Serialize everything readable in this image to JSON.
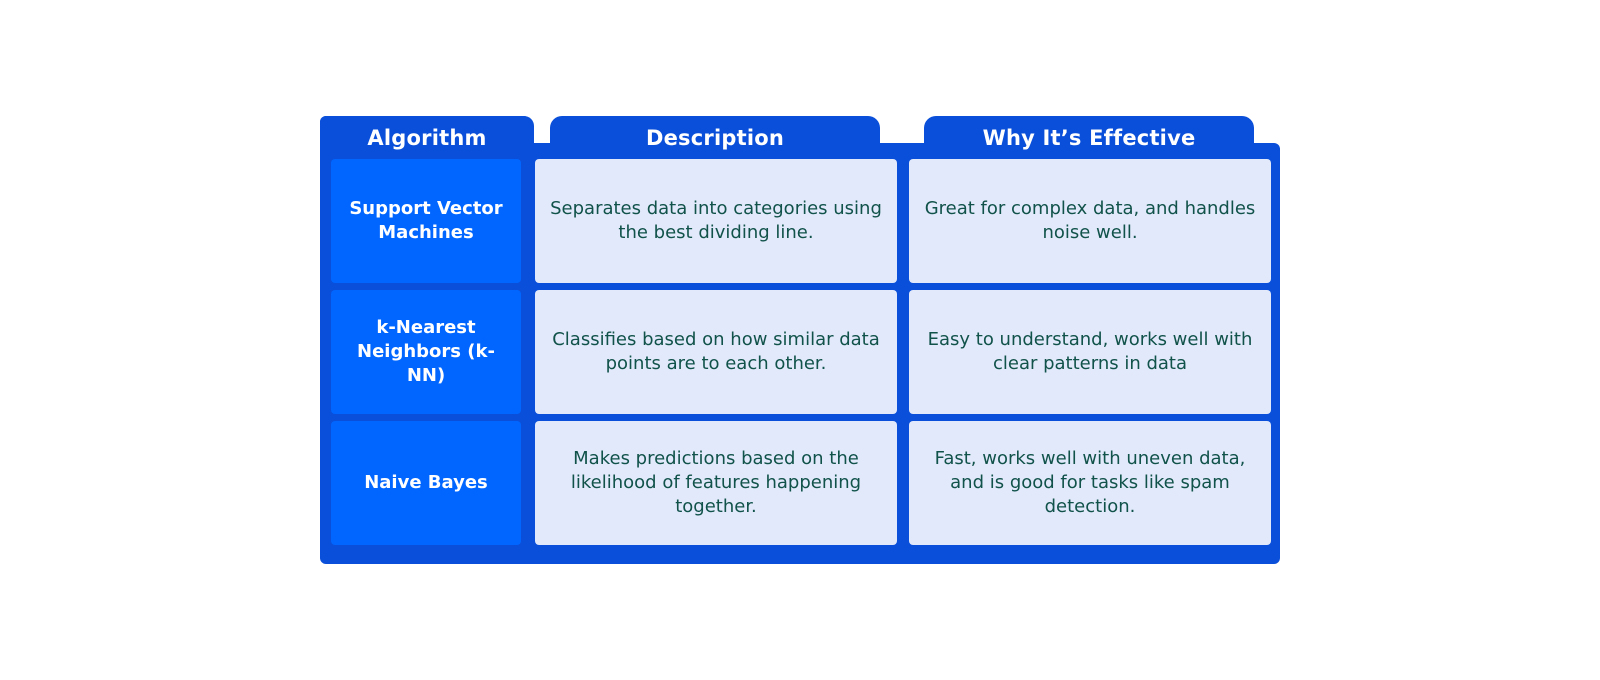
{
  "table": {
    "headers": {
      "algorithm": "Algorithm",
      "description": "Description",
      "effectiveness": "Why It’s Effective"
    },
    "rows": [
      {
        "algorithm": "Support Vector Machines",
        "description": "Separates data into categories using the best dividing line.",
        "effectiveness": "Great for complex data, and handles noise well."
      },
      {
        "algorithm": "k-Nearest Neighbors (k-NN)",
        "description": "Classifies based on how similar data points are to each other.",
        "effectiveness": "Easy to understand, works well with clear patterns in data"
      },
      {
        "algorithm": "Naive Bayes",
        "description": "Makes predictions based on the likelihood of features happening together.",
        "effectiveness": "Fast, works well with uneven data, and is good for tasks like spam detection."
      }
    ]
  },
  "colors": {
    "frame": "#0a4fd9",
    "algorithm_cell": "#0066ff",
    "text_cell": "#e1e9fb",
    "text_color": "#11524a"
  }
}
